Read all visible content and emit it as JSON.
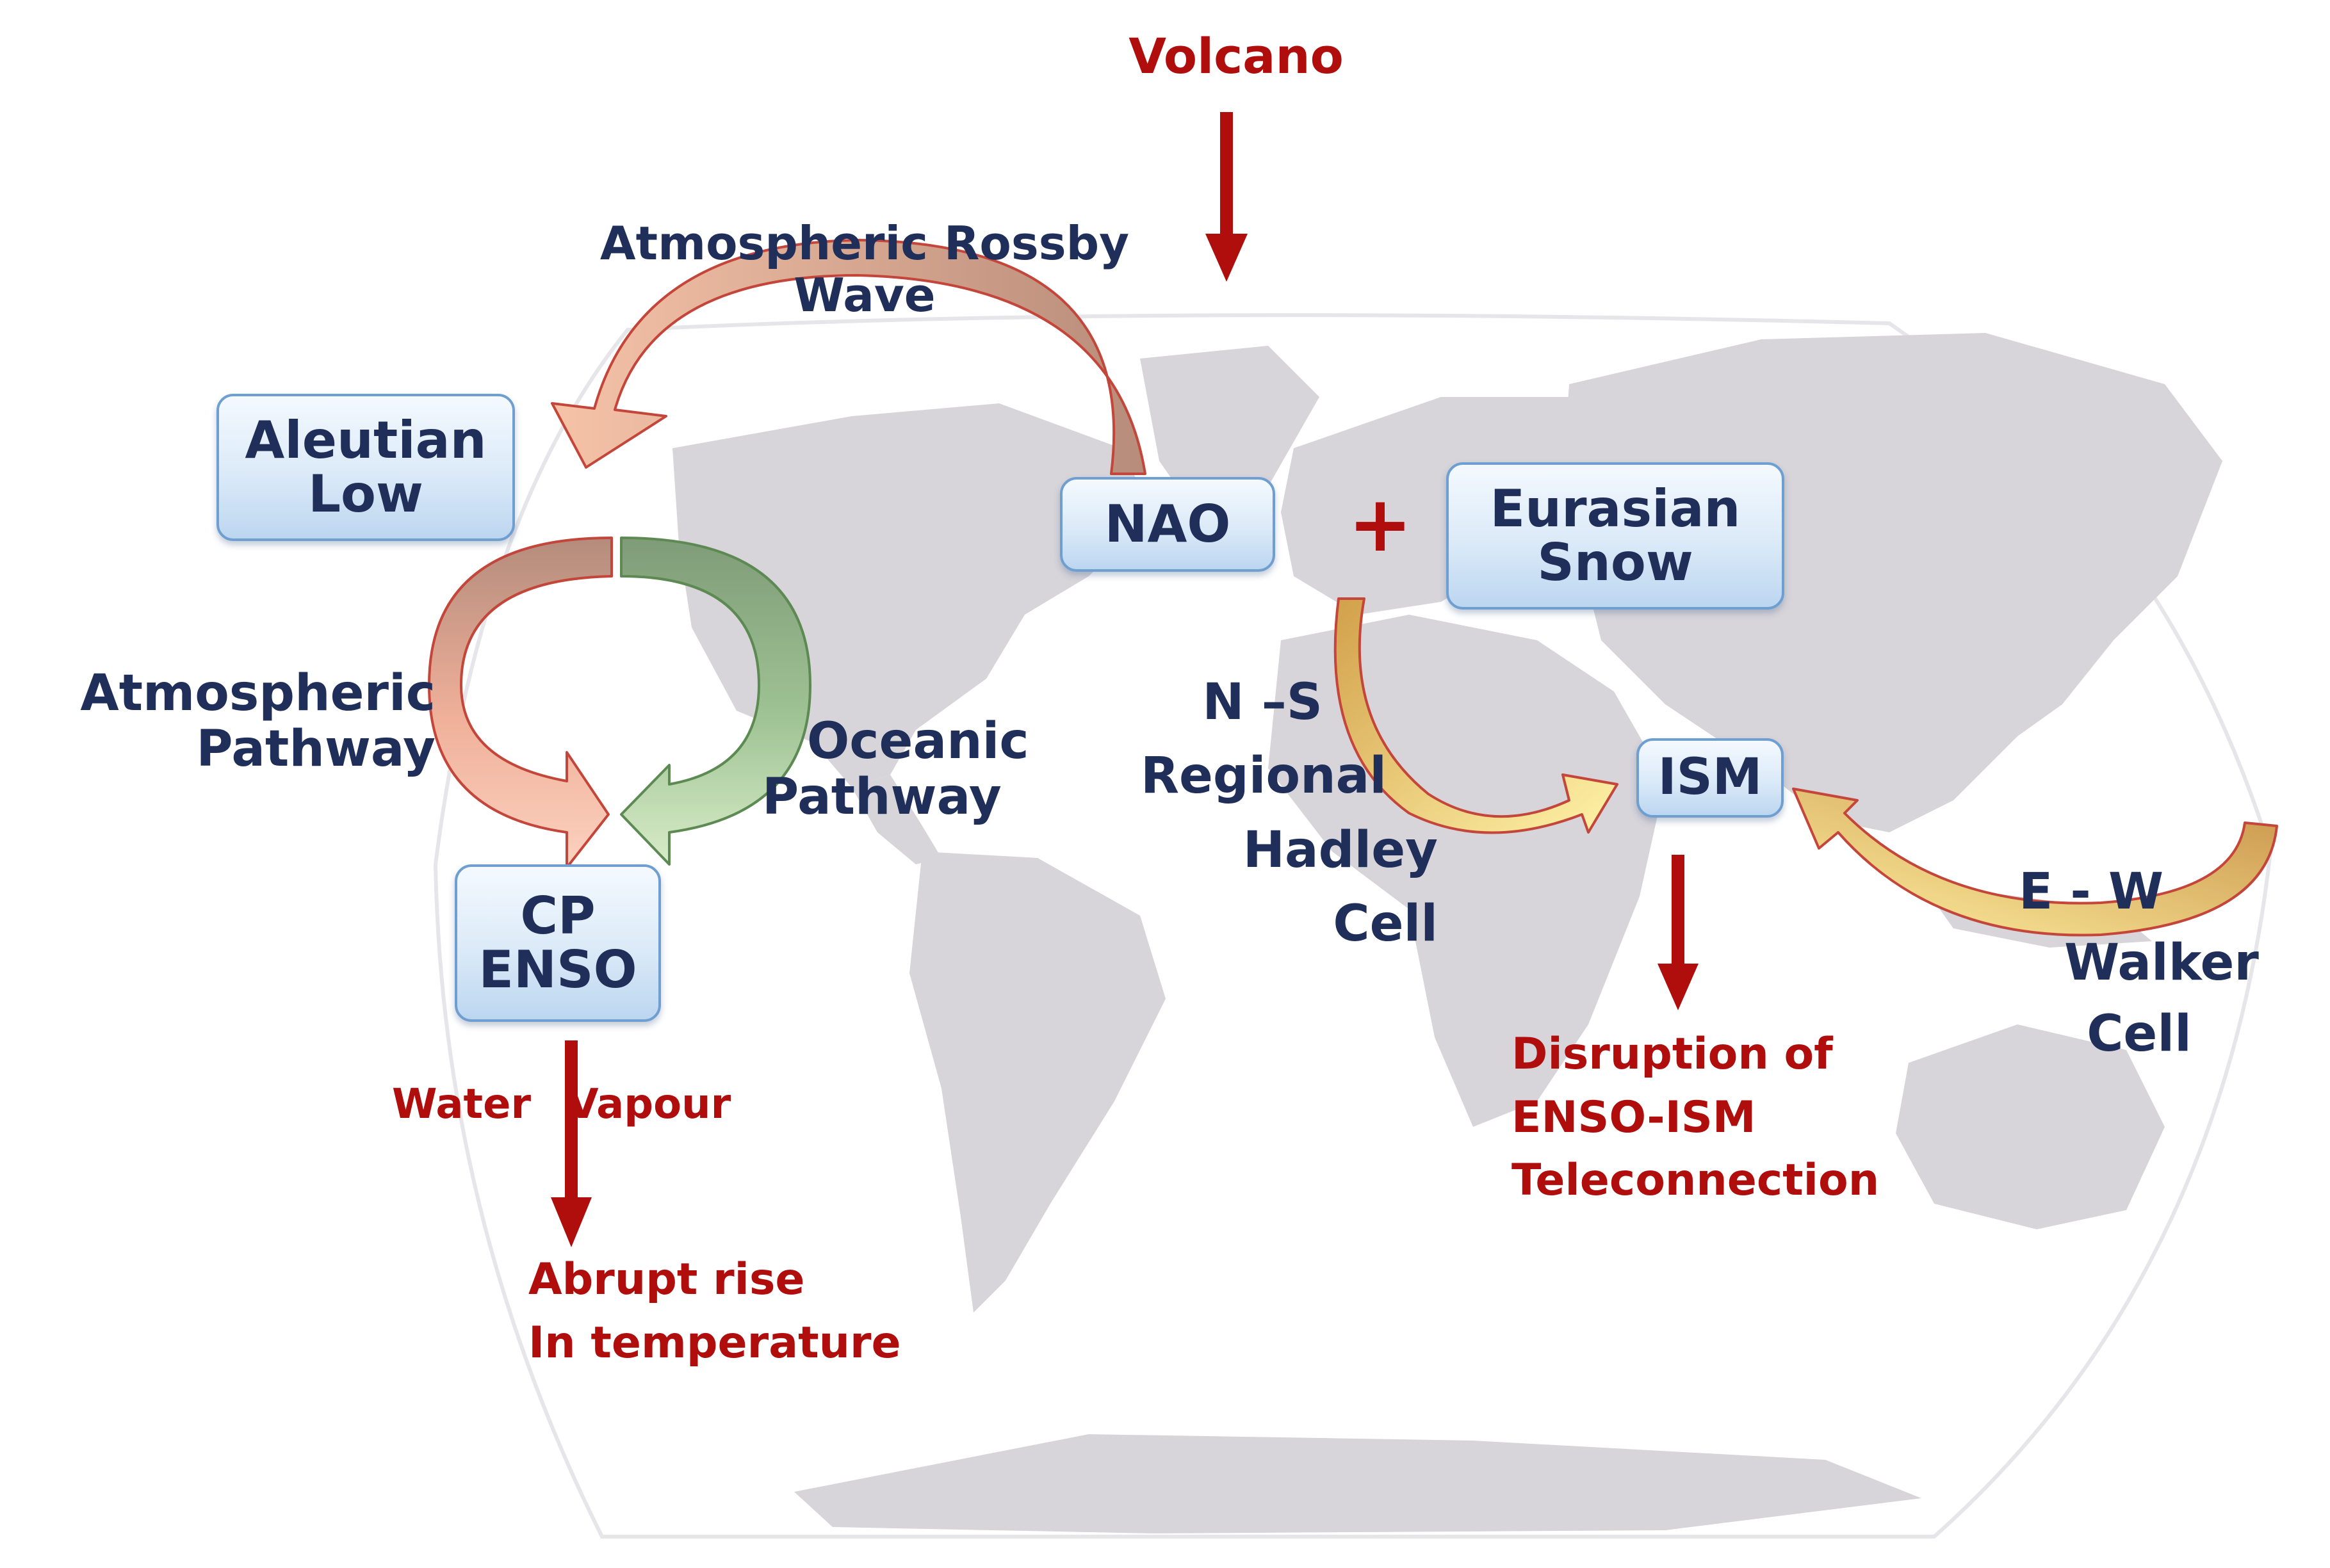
{
  "colors": {
    "navy_text": "#1f2f5a",
    "red_text": "#b00d0d",
    "node_border": "#6f9fd0",
    "land": "#d7d4da",
    "globe_outline": "#e6e6ea",
    "atmospheric_arrow": "#f4b79c",
    "oceanic_arrow": "#9bbf8e",
    "hadley_walker_arrow": "#f3d36a"
  },
  "forcing": {
    "volcano": "Volcano"
  },
  "nodes": {
    "aleutian_low": [
      "Aleutian",
      "Low"
    ],
    "nao": "NAO",
    "eurasian_snow": [
      "Eurasian",
      "Snow"
    ],
    "cp_enso": [
      "CP",
      "ENSO"
    ],
    "ism": "ISM"
  },
  "pathways": {
    "rossby_wave": [
      "Atmospheric Rossby",
      "Wave"
    ],
    "atmospheric_pathway": [
      "Atmospheric",
      "Pathway"
    ],
    "oceanic_pathway": [
      "Oceanic",
      "Pathway"
    ],
    "hadley_cell": [
      "N –S",
      "Regional",
      "Hadley",
      "Cell"
    ],
    "walker_cell": [
      "E - W",
      "Walker",
      "Cell"
    ]
  },
  "symbols": {
    "plus": "+"
  },
  "impacts": {
    "water_vapour": {
      "left": "Water",
      "right": "Vapour"
    },
    "abrupt_rise": [
      "Abrupt rise",
      "In temperature"
    ],
    "disruption": [
      "Disruption of",
      "ENSO-ISM",
      "Teleconnection"
    ]
  }
}
